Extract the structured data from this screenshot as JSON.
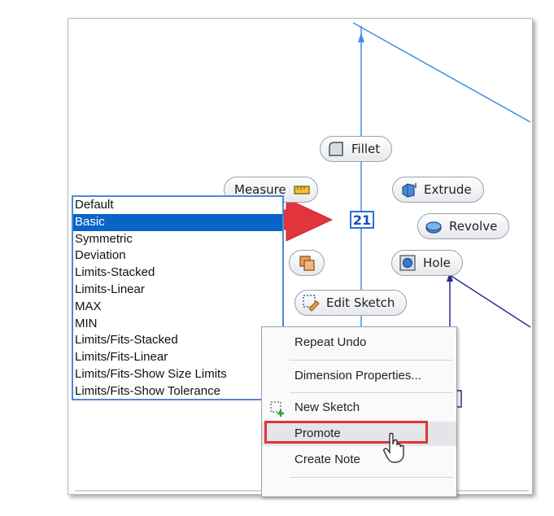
{
  "dimension": {
    "value": "21"
  },
  "pills": {
    "fillet": "Fillet",
    "measure": "Measure",
    "extrude": "Extrude",
    "revolve": "Revolve",
    "hole": "Hole",
    "edit_sketch": "Edit Sketch"
  },
  "dimension_styles": {
    "selected": "Basic",
    "options": [
      "Default",
      "Basic",
      "Symmetric",
      "Deviation",
      "Limits-Stacked",
      "Limits-Linear",
      "MAX",
      "MIN",
      "Limits/Fits-Stacked",
      "Limits/Fits-Linear",
      "Limits/Fits-Show Size Limits",
      "Limits/Fits-Show Tolerance"
    ]
  },
  "context_menu": {
    "repeat_undo": "Repeat Undo",
    "dimension_properties": "Dimension Properties...",
    "new_sketch": "New Sketch",
    "promote": "Promote",
    "create_note": "Create Note"
  },
  "colors": {
    "sketch_line": "#3d8fe6",
    "dark_line": "#2b2d8a",
    "selection": "#0a64c8",
    "arrow": "#e2343c",
    "highlight_box": "#e0343a"
  }
}
